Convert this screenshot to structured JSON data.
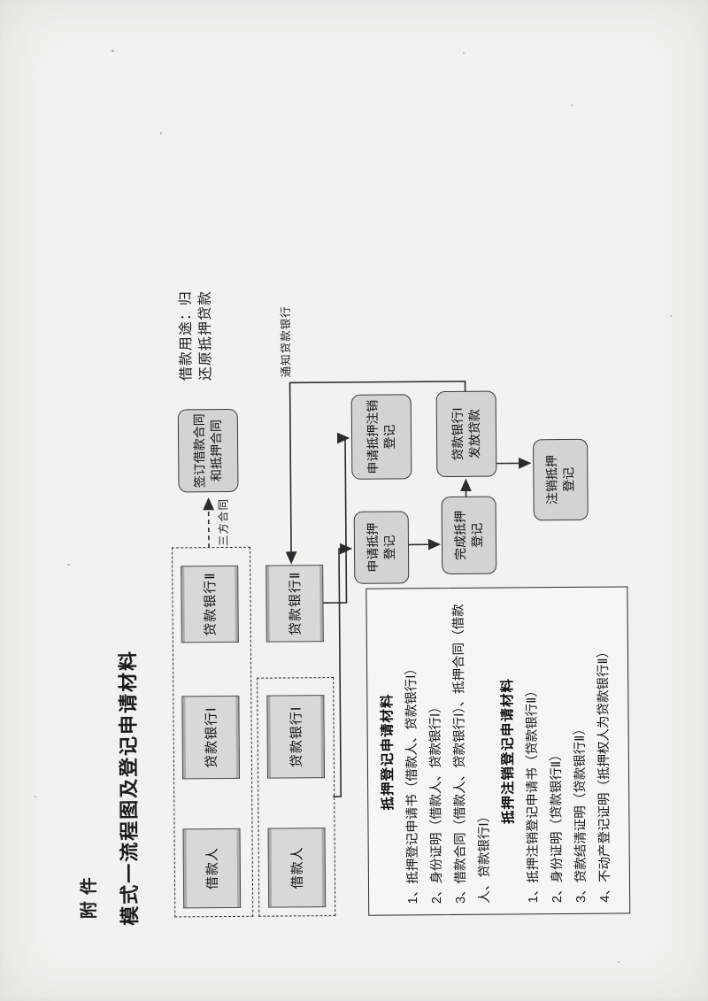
{
  "page": {
    "attachment_label": "附件",
    "title": "模式一流程图及登记申请材料",
    "note_loan_purpose": "借款用途：归\n还原抵押贷款"
  },
  "flow": {
    "row1": {
      "borrower": "借款人",
      "bank1": "贷款银行Ⅰ",
      "bank2": "贷款银行Ⅱ"
    },
    "row2": {
      "borrower": "借款人",
      "bank1": "贷款银行Ⅰ",
      "bank2": "贷款银行Ⅱ"
    },
    "sign_contract": "签订借款合同\n和抵押合同",
    "three_party_label": "三方合同",
    "notify_label": "通知贷款银行",
    "apply_mortgage": "申请抵押\n登记",
    "apply_cancel": "申请抵押注销\n登记",
    "complete_mortgage": "完成抵押\n登记",
    "issue_loan": "贷款银行Ⅰ\n发放贷款",
    "cancel_registration": "注销抵押\n登记"
  },
  "materials": {
    "section1": {
      "heading": "抵押登记申请材料",
      "item1": "1、抵押登记申请书（借款人、贷款银行Ⅰ）",
      "item2": "2、身份证明（借款人、贷款银行Ⅰ）",
      "item3": "3、借款合同（借款人、贷款银行Ⅰ）、抵押合同（借款人、贷款银行Ⅰ）"
    },
    "section2": {
      "heading": "抵押注销登记申请材料",
      "item1": "1、抵押注销登记申请书（贷款银行Ⅱ）",
      "item2": "2、身份证明（贷款银行Ⅱ）",
      "item3": "3、贷款结清证明（贷款银行Ⅱ）",
      "item4": "4、不动产登记证明（抵押权人为贷款银行Ⅱ）"
    }
  },
  "colors": {
    "paper": "#f3f2ee",
    "box_fill": "#d4d3d0",
    "line": "#2b2b2b"
  }
}
